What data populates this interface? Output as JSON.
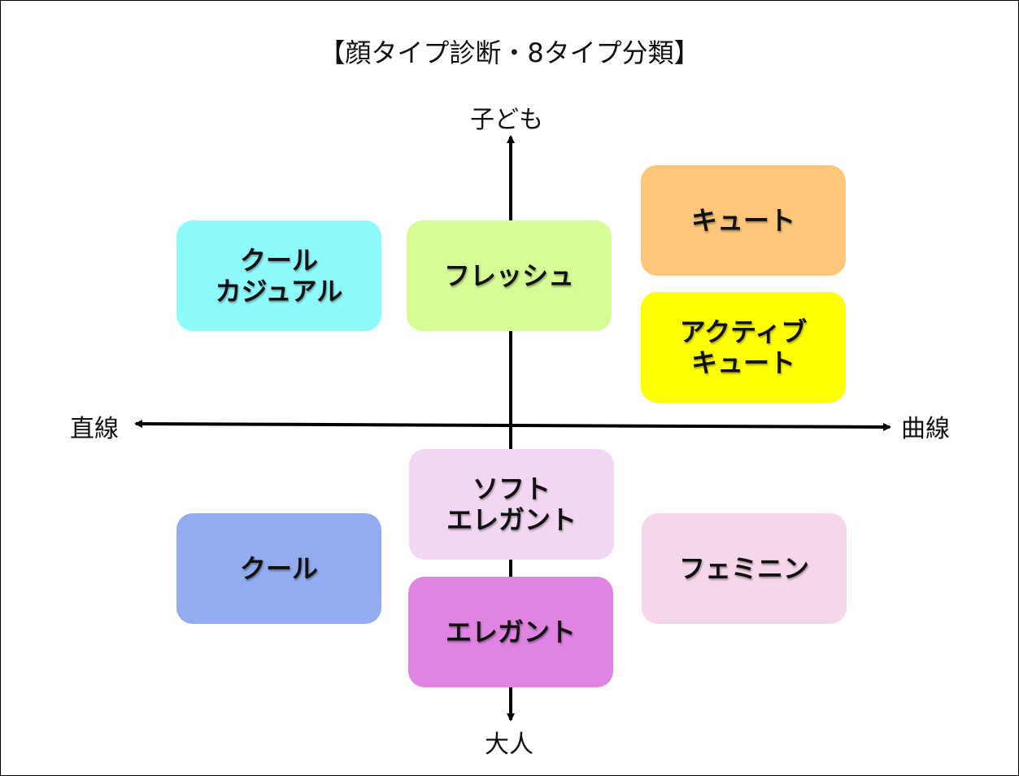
{
  "title": "【顔タイプ診断・8タイプ分類】",
  "axes": {
    "top": "子ども",
    "bottom": "大人",
    "left": "直線",
    "right": "曲線"
  },
  "types": {
    "cool_casual": {
      "lines": [
        "クール",
        "カジュアル"
      ],
      "color": "#8ffafc"
    },
    "fresh": {
      "lines": [
        "フレッシュ"
      ],
      "color": "#d5fc95"
    },
    "cute": {
      "lines": [
        "キュート"
      ],
      "color": "#fdc67a"
    },
    "active_cute": {
      "lines": [
        "アクティブ",
        "キュート"
      ],
      "color": "#ffff00"
    },
    "soft_elegant": {
      "lines": [
        "ソフト",
        "エレガント"
      ],
      "color": "#f3d6f3"
    },
    "cool": {
      "lines": [
        "クール"
      ],
      "color": "#92acef"
    },
    "feminine": {
      "lines": [
        "フェミニン"
      ],
      "color": "#f6d6ea"
    },
    "elegant": {
      "lines": [
        "エレガント"
      ],
      "color": "#e084e2"
    }
  }
}
